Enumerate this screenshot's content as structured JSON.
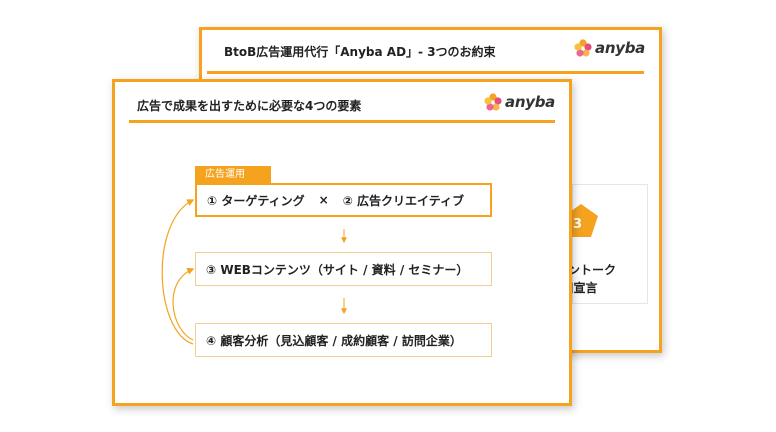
{
  "back_slide": {
    "title": "BtoB広告運用代行「Anyba AD」- 3つのお約束",
    "logo_text": "anyba",
    "badge_number": "3",
    "peek_line1": "ントーク",
    "peek_line2": "]宣言"
  },
  "front_slide": {
    "title": "広告で成果を出すために必要な4つの要素",
    "logo_text": "anyba",
    "tag": "広告運用",
    "box1_left": "① ターゲティング",
    "box1_x": "×",
    "box1_right": "② 広告クリエイティブ",
    "box2": "③ WEBコンテンツ（サイト / 資料 / セミナー）",
    "box3": "④ 顧客分析（見込顧客 / 成約顧客 / 訪問企業）"
  },
  "colors": {
    "accent": "#f5a21f",
    "light_border": "#f3cf8f"
  },
  "icons": [
    "anyba-flower-logo-icon",
    "pentagon-badge-icon",
    "down-arrow-icon",
    "loop-arrow-icon"
  ]
}
